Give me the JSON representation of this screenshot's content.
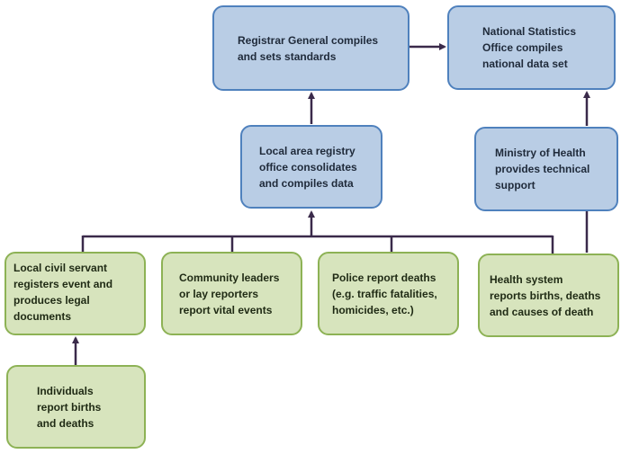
{
  "nodes": {
    "registrar_general": "Registrar General compiles\nand sets standards",
    "national_statistics": "National Statistics\nOffice compiles\nnational data set",
    "local_registry": "Local area registry\noffice consolidates\nand compiles data",
    "ministry_health": "Ministry of Health\nprovides technical\nsupport",
    "civil_servant": "Local civil servant\nregisters event and\nproduces legal\ndocuments",
    "community_leaders": "Community leaders\nor lay reporters\nreport vital events",
    "police": "Police report deaths\n(e.g. traffic fatalities,\nhomicides, etc.)",
    "health_system": "Health system\nreports births, deaths\nand causes of death",
    "individuals": "Individuals\nreport births\nand deaths"
  },
  "colors": {
    "blue_fill": "#b9cde5",
    "blue_border": "#4f81bd",
    "green_fill": "#d7e4bd",
    "green_border": "#8db255",
    "connector": "#3a2a4a"
  }
}
